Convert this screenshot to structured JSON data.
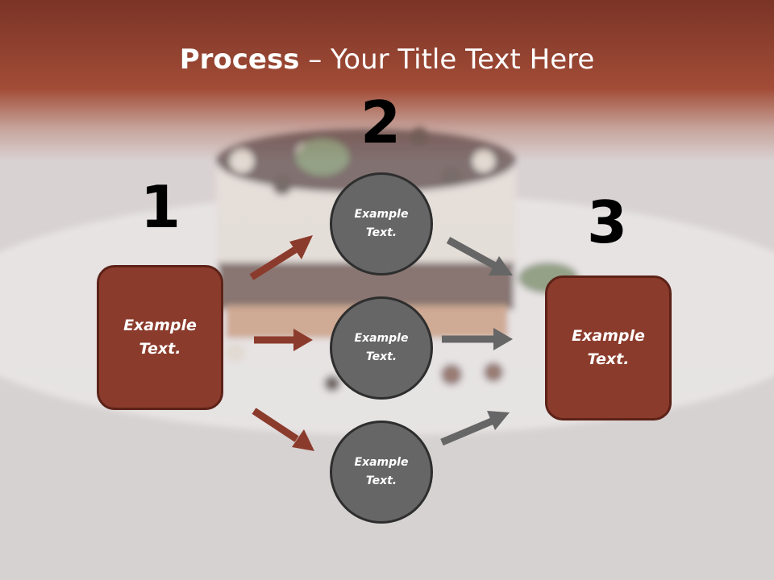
{
  "title": {
    "bold": "Process",
    "rest": " – Your Title Text Here"
  },
  "steps": [
    {
      "number": "1",
      "text": "Example\nText."
    },
    {
      "number": "2",
      "items": [
        "Example\nText.",
        "Example\nText.",
        "Example\nText."
      ]
    },
    {
      "number": "3",
      "text": "Example\nText."
    }
  ],
  "colors": {
    "box_fill": "#8b3b2c",
    "circle_fill": "#666666",
    "arrow_red": "#8b3b2c",
    "arrow_gray": "#666666"
  }
}
